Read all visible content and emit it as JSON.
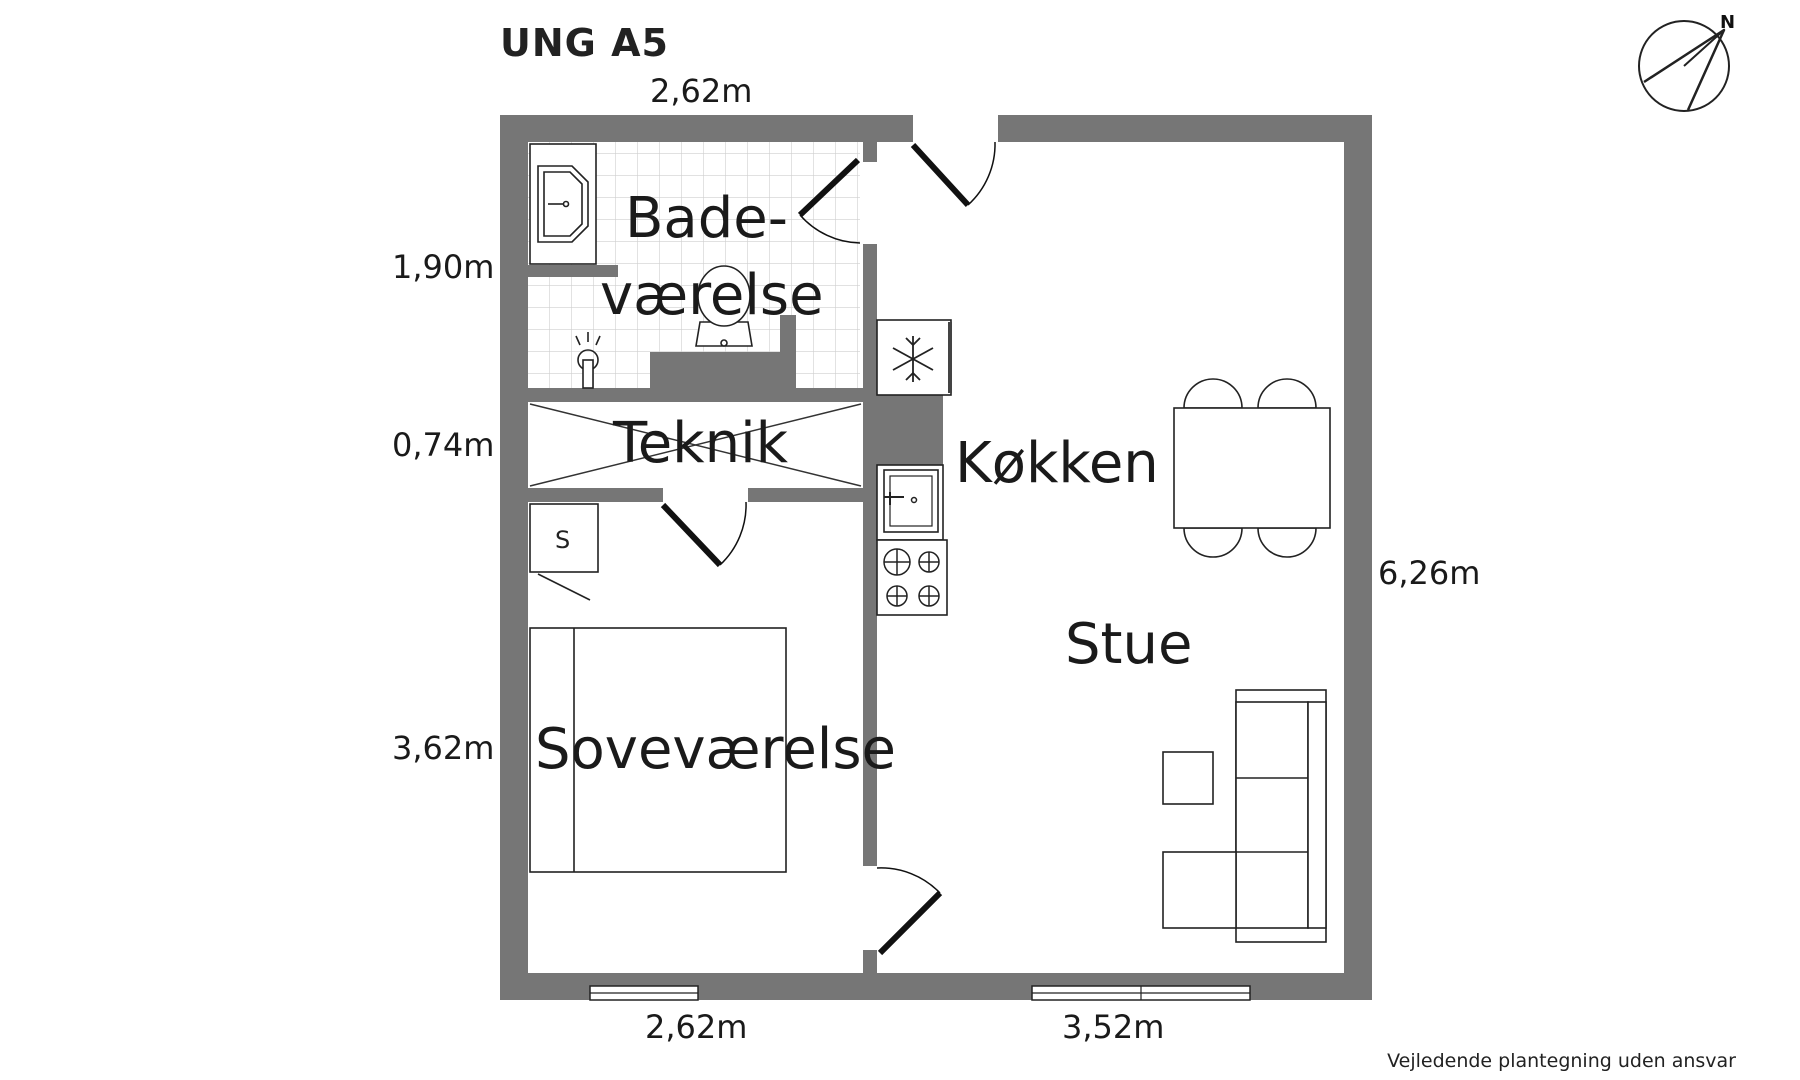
{
  "title": "UNG A5",
  "disclaimer": "Vejledende plantegning uden ansvar",
  "compass": {
    "label": "N"
  },
  "rooms": {
    "bathroom_line1": "Bade-",
    "bathroom_line2": "værelse",
    "technical": "Teknik",
    "kitchen": "Køkken",
    "living": "Stue",
    "bedroom": "Soveværelse",
    "storage": "S"
  },
  "dimensions": {
    "top_width": "2,62m",
    "bathroom_height": "1,90m",
    "technical_height": "0,74m",
    "bedroom_height": "3,62m",
    "total_height": "6,26m",
    "bottom_left_width": "2,62m",
    "bottom_right_width": "3,52m"
  },
  "colors": {
    "wall": "#767676",
    "line": "#222222",
    "tile": "#cfcfcf"
  }
}
